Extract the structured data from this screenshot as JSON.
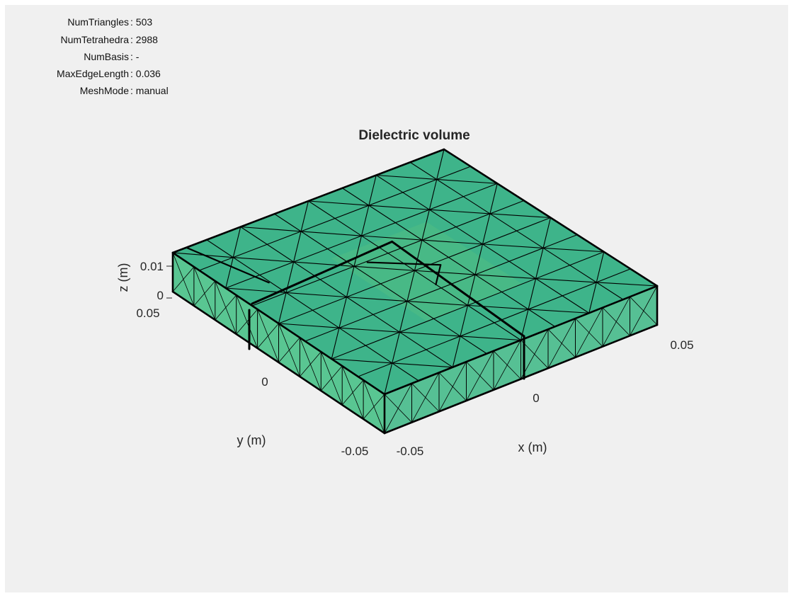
{
  "info": {
    "rows": [
      {
        "key": "NumTriangles",
        "value": ": 503"
      },
      {
        "key": "NumTetrahedra",
        "value": ": 2988"
      },
      {
        "key": "NumBasis",
        "value": ": -"
      },
      {
        "key": "MaxEdgeLength",
        "value": ": 0.036"
      },
      {
        "key": "MeshMode",
        "value": ": manual"
      }
    ]
  },
  "plot": {
    "title": "Dielectric volume",
    "xlabel": "x (m)",
    "ylabel": "y (m)",
    "zlabel": "z (m)",
    "x_ticks": [
      "-0.05",
      "0",
      "0.05"
    ],
    "y_ticks": [
      "-0.05",
      "0",
      "0.05"
    ],
    "z_ticks": [
      "0",
      "0.01"
    ]
  },
  "colors": {
    "figure_bg": "#f0f0f0",
    "top_face": "#3eb48a",
    "front_face": "#4cc28a",
    "right_face": "#49bc8c",
    "edge": "#000000"
  }
}
